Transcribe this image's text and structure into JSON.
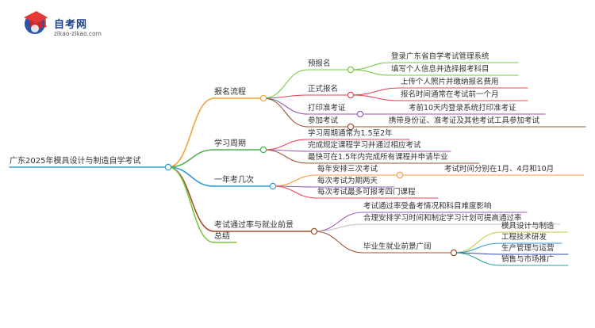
{
  "brand": {
    "title": "自考网",
    "url": "zikao-zikao.com"
  },
  "mindmap": {
    "root": "广东2025年模具设计与制造自学考试",
    "branches": [
      {
        "label": "报名流程",
        "color": "#f5a13a",
        "children": [
          {
            "label": "预报名",
            "color": "#7ac943",
            "children": [
              {
                "label": "登录广东省自学考试管理系统",
                "color": "#7ac943"
              },
              {
                "label": "填写个人信息并选择报考科目",
                "color": "#7ac943"
              }
            ]
          },
          {
            "label": "正式报名",
            "color": "#e8475b",
            "children": [
              {
                "label": "上传个人照片并缴纳报名费用",
                "color": "#e8475b"
              },
              {
                "label": "报名时间通常在考试前一个月",
                "color": "#e8475b"
              }
            ]
          },
          {
            "label": "打印准考证",
            "color": "#9b59b6",
            "children": [
              {
                "label": "考前10天内登录系统打印准考证",
                "color": "#9b59b6"
              }
            ]
          },
          {
            "label": "参加考试",
            "color": "#a0522d",
            "children": [
              {
                "label": "携带身份证、准考证及其他考试工具参加考试",
                "color": "#a0522d"
              }
            ]
          }
        ]
      },
      {
        "label": "学习周期",
        "color": "#4caf50",
        "children": [
          {
            "label": "学习周期通常为1.5至2年",
            "color": "#e8475b"
          },
          {
            "label": "完成规定课程学习并通过相应考试",
            "color": "#9b59b6"
          },
          {
            "label": "最快可在1.5年内完成所有课程并申请毕业",
            "color": "#a0522d"
          }
        ]
      },
      {
        "label": "一年考几次",
        "color": "#2d9cdb",
        "children": [
          {
            "label": "每年安排三次考试",
            "color": "#f5a13a",
            "children": [
              {
                "label": "考试时间分别在1月、4月和10月",
                "color": "#f5a13a"
              }
            ]
          },
          {
            "label": "每次考试为期两天",
            "color": "#9b59b6"
          },
          {
            "label": "每次考试最多可报考四门课程",
            "color": "#e8475b"
          }
        ]
      },
      {
        "label": "考试通过率与就业前景",
        "color": "#a0522d",
        "children": [
          {
            "label": "考试通过率受备考情况和科目难度影响",
            "color": "#9b59b6"
          },
          {
            "label": "合理安排学习时间和制定学习计划可提高通过率",
            "color": "#c0c0c0"
          },
          {
            "label": "毕业生就业前景广阔",
            "color": "#a0522d",
            "children": [
              {
                "label": "模具设计与制造",
                "color": "#c9c93a"
              },
              {
                "label": "工程技术研发",
                "color": "#2d9cdb"
              },
              {
                "label": "生产管理与运营",
                "color": "#3949ab"
              },
              {
                "label": "销售与市场推广",
                "color": "#26a69a"
              }
            ]
          }
        ]
      },
      {
        "label": "总结",
        "color": "#7ac943",
        "children": []
      }
    ]
  }
}
